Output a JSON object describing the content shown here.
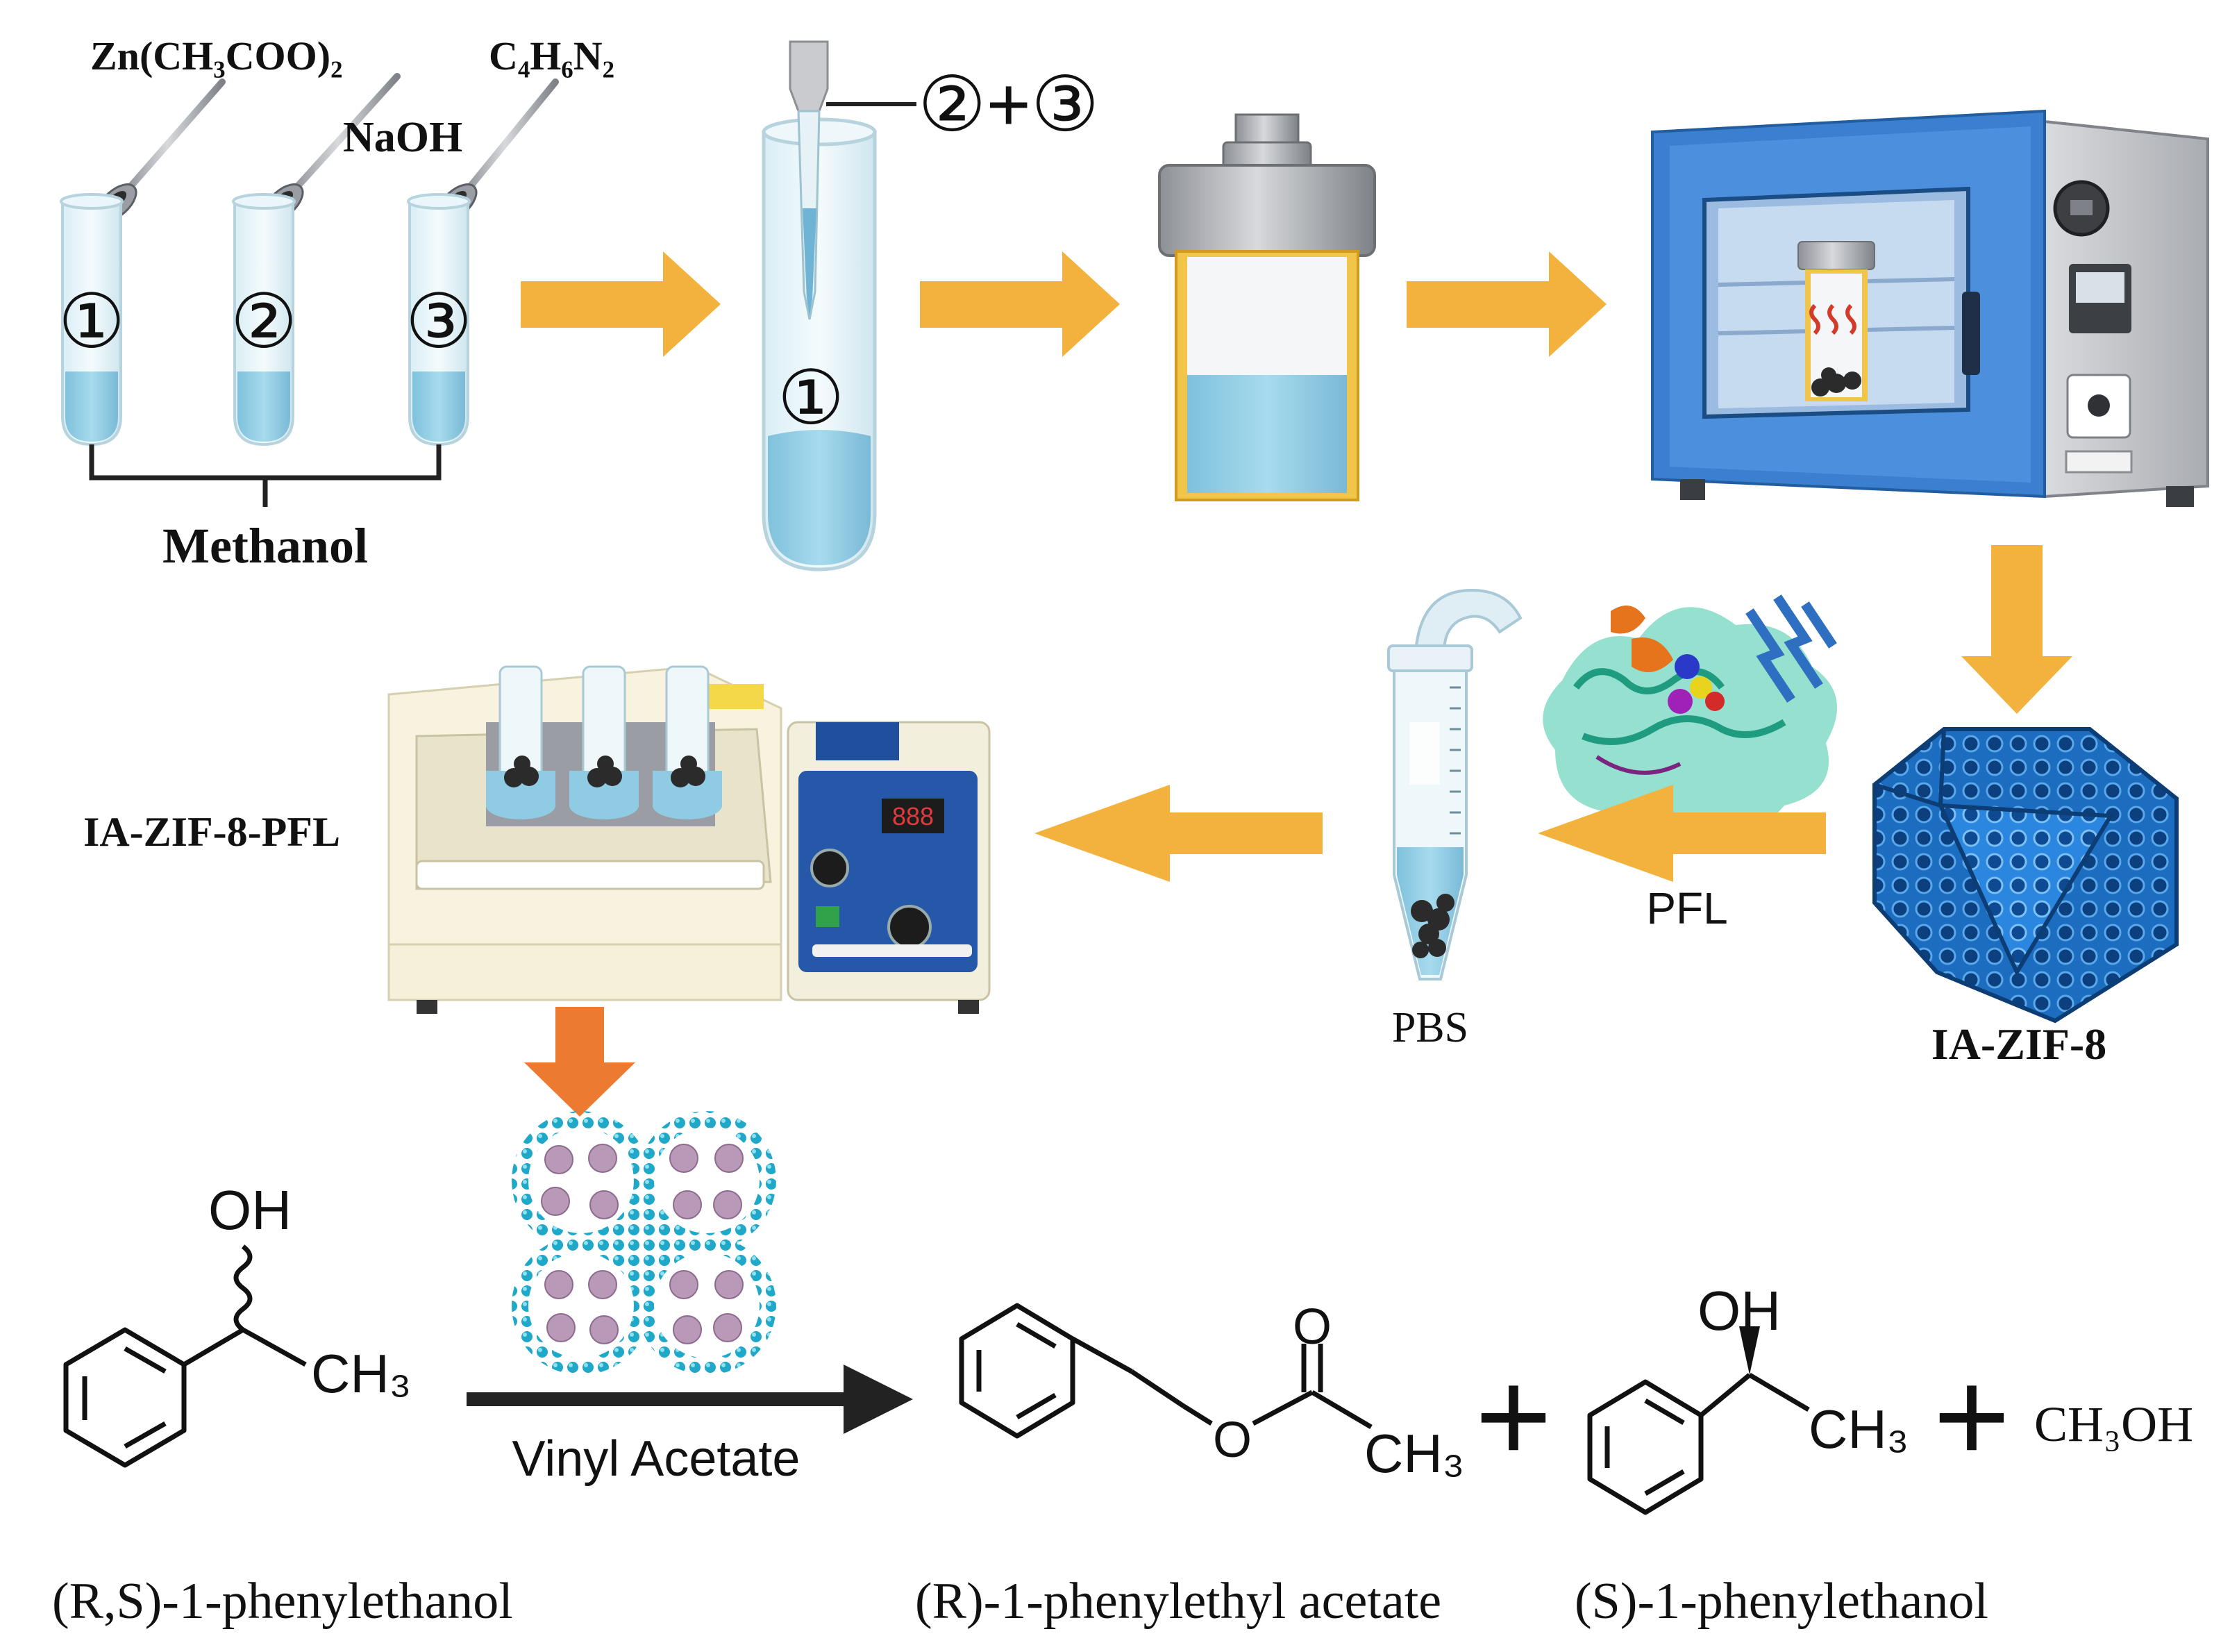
{
  "reagents": {
    "zinc_acetate": "Zn(CH₃COO)₂",
    "imidazole": "C₄H₆N₂",
    "naoh": "NaOH",
    "solvent": "Methanol"
  },
  "tubes": {
    "t1": "①",
    "t2": "②",
    "t3": "③",
    "mix_tube_label": "①",
    "pipette_label": "②+③"
  },
  "products": {
    "ia_zif8": "IA-ZIF-8",
    "pfl": "PFL",
    "pbs": "PBS",
    "ia_zif8_pfl": "IA-ZIF-8-PFL"
  },
  "reaction": {
    "oh_1": "OH",
    "ch3_1": "CH₃",
    "condition": "Vinyl Acetate",
    "o_carbonyl": "O",
    "o_ester": "O",
    "ch3_2": "CH₃",
    "oh_2": "OH",
    "ch3_3": "CH₃",
    "methanol": "CH₃OH",
    "plus": "+",
    "substrate_name": "(R,S)-1-phenylethanol",
    "product1_name": "(R)-1-phenylethyl acetate",
    "product2_name": "(S)-1-phenylethanol"
  },
  "colors": {
    "arrow": "#f2b23d",
    "arrow_down": "#ec7a30",
    "liquid": "#8fcbe3",
    "oven": "#3b7fd1",
    "zif": "#1f73c9",
    "cyan": "#1ea9c9",
    "enzyme_purple": "#b89ab8"
  }
}
